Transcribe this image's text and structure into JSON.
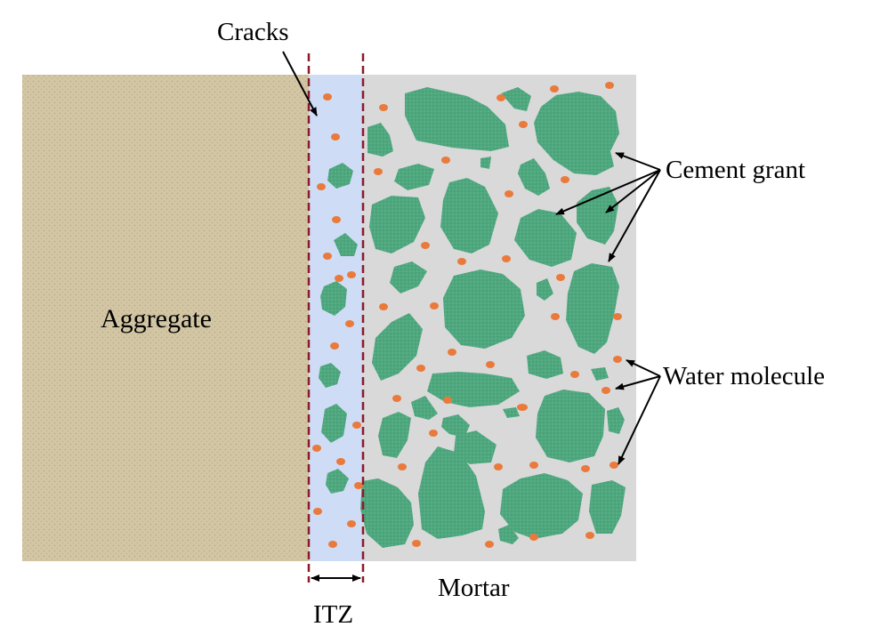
{
  "labels": {
    "cracks": "Cracks",
    "aggregate": "Aggregate",
    "cement_grant": "Cement grant",
    "water_molecule": "Water molecule",
    "mortar": "Mortar",
    "itz": "ITZ"
  },
  "colors": {
    "aggregate": "#d2c4a2",
    "itz": "#cfdcf5",
    "mortar": "#d9d9d9",
    "cement": "#4fa67e",
    "water": "#ea7a3c",
    "boundary": "#8b1a2c"
  }
}
